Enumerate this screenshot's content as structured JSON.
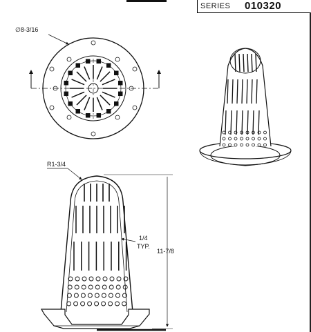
{
  "title_block": {
    "series_label": "SERIES",
    "series_number": "010320"
  },
  "dimensions": {
    "diameter": "∅8-3/16",
    "dome_radius": "R1-3/4",
    "slot_width_value": "1/4",
    "slot_width_note": "TYP.",
    "height": "11-7/8"
  }
}
